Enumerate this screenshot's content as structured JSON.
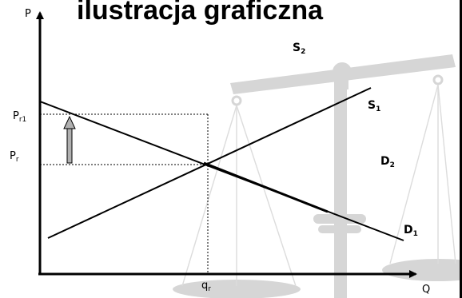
{
  "title": "ilustracja graficzna",
  "axes": {
    "y_label": "P",
    "x_label": "Q"
  },
  "price_labels": {
    "pr1": {
      "base": "P",
      "sub": "r1"
    },
    "pr": {
      "base": "P",
      "sub": "r"
    }
  },
  "quantity_label": {
    "base": "q",
    "sub": "r"
  },
  "curve_labels": {
    "s2": {
      "base": "S",
      "sub": "2"
    },
    "s1": {
      "base": "S",
      "sub": "1"
    },
    "d2": {
      "base": "D",
      "sub": "2"
    },
    "d1": {
      "base": "D",
      "sub": "1"
    }
  },
  "colors": {
    "lines": "#000000",
    "scale_watermark": "#d4d4d4",
    "arrow_fill": "#b0b0b0"
  }
}
